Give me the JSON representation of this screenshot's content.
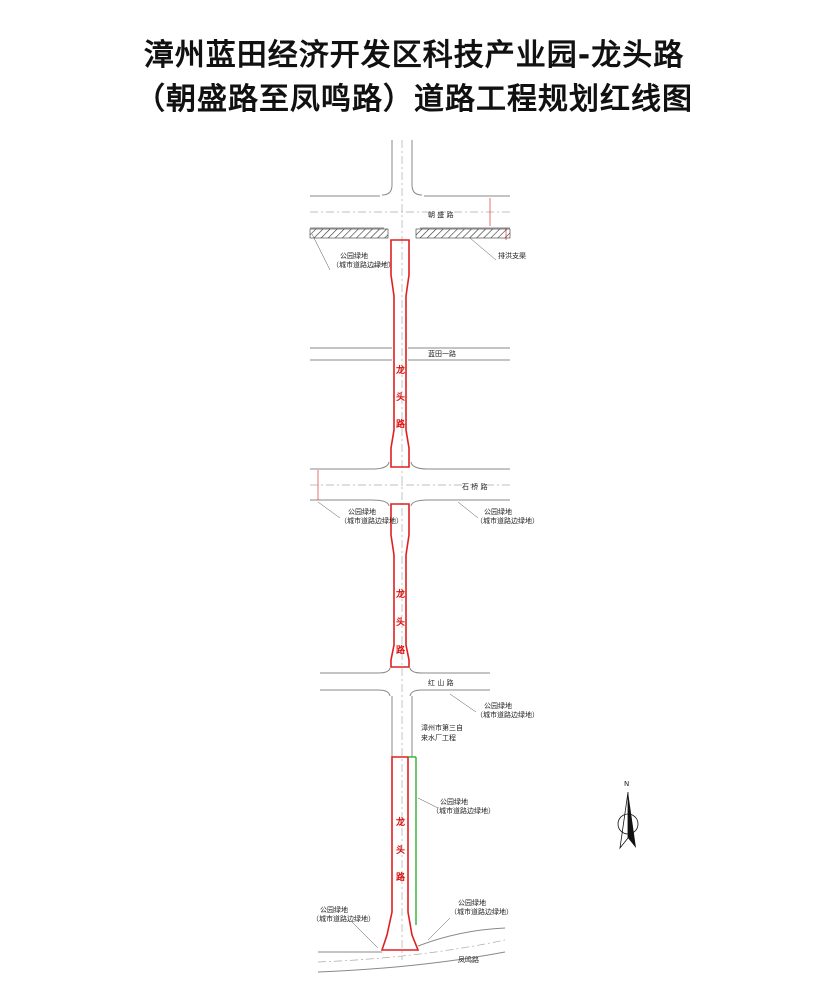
{
  "title": {
    "line1": "漳州蓝田经济开发区科技产业园-龙头路",
    "line2": "（朝盛路至凤鸣路）道路工程规划红线图"
  },
  "roads": {
    "chaosheng": "朝 盛 路",
    "lantian1": "蓝田一路",
    "shiqiao": "石 桥 路",
    "hongshan": "红 山 路",
    "fengming": "凤鸣路",
    "longtou": "龙头路"
  },
  "labels": {
    "park_green": "公园绿地",
    "roadside_green": "（城市道路边绿地）",
    "drainage": "排洪支渠",
    "water_plant_1": "漳州市第三自",
    "water_plant_2": "来水厂工程",
    "north": "N"
  },
  "colors": {
    "red_line": "#e02020",
    "green_line": "#2db02d",
    "road_line": "#8a8a8a"
  }
}
